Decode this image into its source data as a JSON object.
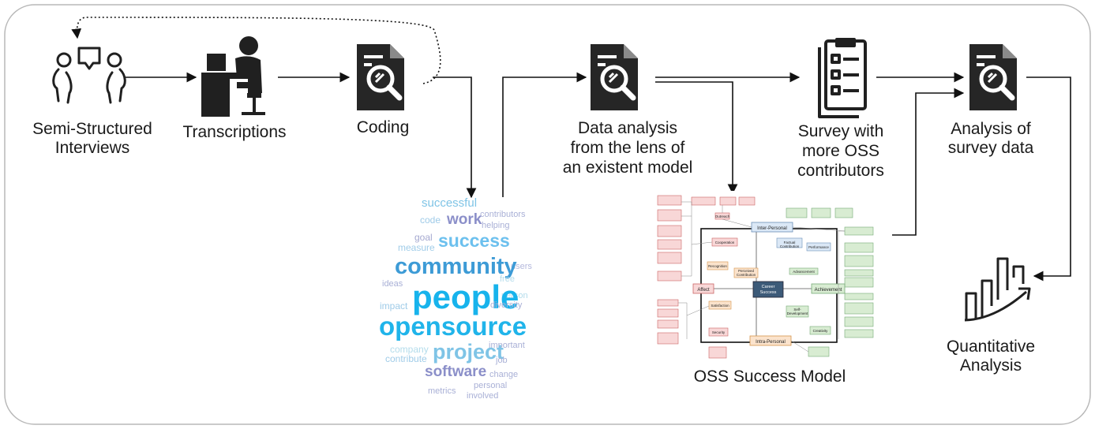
{
  "steps": {
    "interviews": "Semi-Structured\nInterviews",
    "transcriptions": "Transcriptions",
    "coding": "Coding",
    "data_analysis": "Data analysis\nfrom the lens of\nan existent model",
    "survey": "Survey with\nmore OSS\ncontributors",
    "survey_analysis": "Analysis of\nsurvey data",
    "quantitative": "Quantitative\nAnalysis",
    "model_caption": "OSS Success Model"
  },
  "word_cloud": [
    {
      "text": "successful",
      "size": 15,
      "color": "#7fc4e6"
    },
    {
      "text": "contributors",
      "size": 11,
      "color": "#a9b0d6"
    },
    {
      "text": "code",
      "size": 12,
      "color": "#9fcbe8"
    },
    {
      "text": "work",
      "size": 19,
      "color": "#8b8fc9"
    },
    {
      "text": "helping",
      "size": 11,
      "color": "#a9b0d6"
    },
    {
      "text": "goal",
      "size": 12,
      "color": "#a5a9d0"
    },
    {
      "text": "success",
      "size": 23,
      "color": "#6cc0ee"
    },
    {
      "text": "measure",
      "size": 12,
      "color": "#a0cce8"
    },
    {
      "text": "users",
      "size": 11,
      "color": "#b4b8dc"
    },
    {
      "text": "community",
      "size": 29,
      "color": "#3d9bd6"
    },
    {
      "text": "free",
      "size": 11,
      "color": "#b3dceb"
    },
    {
      "text": "ideas",
      "size": 11,
      "color": "#a9b0d6"
    },
    {
      "text": "person",
      "size": 11,
      "color": "#b3dceb"
    },
    {
      "text": "people",
      "size": 42,
      "color": "#17b3ec"
    },
    {
      "text": "diversity",
      "size": 11,
      "color": "#a9b0d6"
    },
    {
      "text": "impact",
      "size": 12,
      "color": "#9fcbe8"
    },
    {
      "text": "opensource",
      "size": 33,
      "color": "#20b4ea"
    },
    {
      "text": "company",
      "size": 12,
      "color": "#b3dceb"
    },
    {
      "text": "important",
      "size": 11,
      "color": "#a9b0d6"
    },
    {
      "text": "contribute",
      "size": 12,
      "color": "#a0cce8"
    },
    {
      "text": "project",
      "size": 27,
      "color": "#7fc4e6"
    },
    {
      "text": "job",
      "size": 11,
      "color": "#a9b0d6"
    },
    {
      "text": "software",
      "size": 19,
      "color": "#8b8fc9"
    },
    {
      "text": "change",
      "size": 11,
      "color": "#a9b0d6"
    },
    {
      "text": "personal",
      "size": 11,
      "color": "#a9b0d6"
    },
    {
      "text": "metrics",
      "size": 11,
      "color": "#a9b0d6"
    },
    {
      "text": "involved",
      "size": 11,
      "color": "#a9b0d6"
    }
  ],
  "model": {
    "center": "Career\nSuccess",
    "inter_personal": "Inter-Personal",
    "intra_personal": "Intra-Personal",
    "affect": "Affect",
    "achievement": "Achievement",
    "cooperation": "Cooperation",
    "recognition": "Recognition",
    "perceived_contribution": "Perceived\nContribution",
    "factual_contribution": "Factual\nContribution",
    "performance": "Performance",
    "advancement": "Advancement",
    "satisfaction": "Satisfaction",
    "security": "Security",
    "self_development": "Self-\nDevelopment",
    "creativity": "Creativity",
    "outreach": "Outreach"
  },
  "colors": {
    "frame": "#b5b5b5",
    "icon": "#202020",
    "arrow": "#111111",
    "inter_personal": "#dbe8f6",
    "intra_personal": "#fbe3cc",
    "affect": "#f8d7d7",
    "achievement": "#d8ecd2",
    "center": "#3c5a78"
  }
}
